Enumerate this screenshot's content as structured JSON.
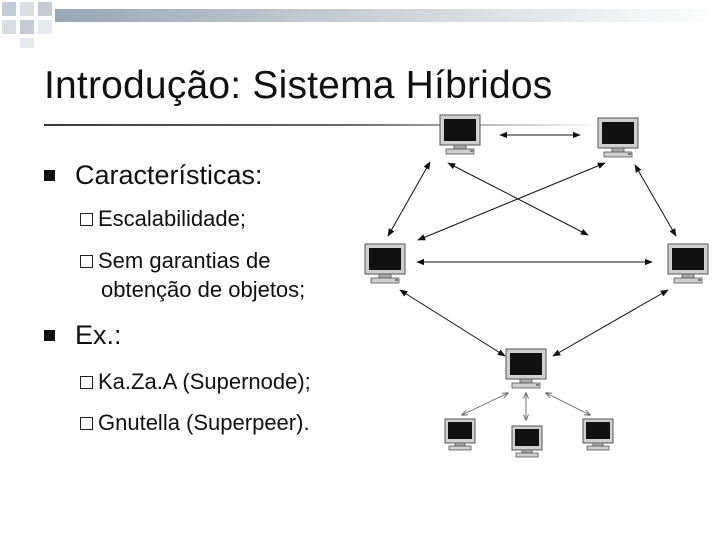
{
  "slide": {
    "title": "Introdução: Sistema Híbridos",
    "bullets": [
      {
        "text": "Características:",
        "subitems": [
          {
            "lines": [
              "Escalabilidade;"
            ]
          },
          {
            "lines": [
              "Sem garantias de",
              "obtenção de objetos;"
            ]
          }
        ]
      },
      {
        "text": "Ex.:",
        "subitems": [
          {
            "lines": [
              "Ka.Za.A (Supernode);"
            ]
          },
          {
            "lines": [
              "Gnutella (Superpeer)."
            ]
          }
        ]
      }
    ]
  },
  "icons": {
    "bullet_l1": "solid-square-bullet",
    "bullet_l2": "hollow-square-bullet",
    "node": "computer-monitor-icon"
  },
  "colors": {
    "accent_dark": "#3a3a3a",
    "deco_light": "#b8c0c8"
  }
}
